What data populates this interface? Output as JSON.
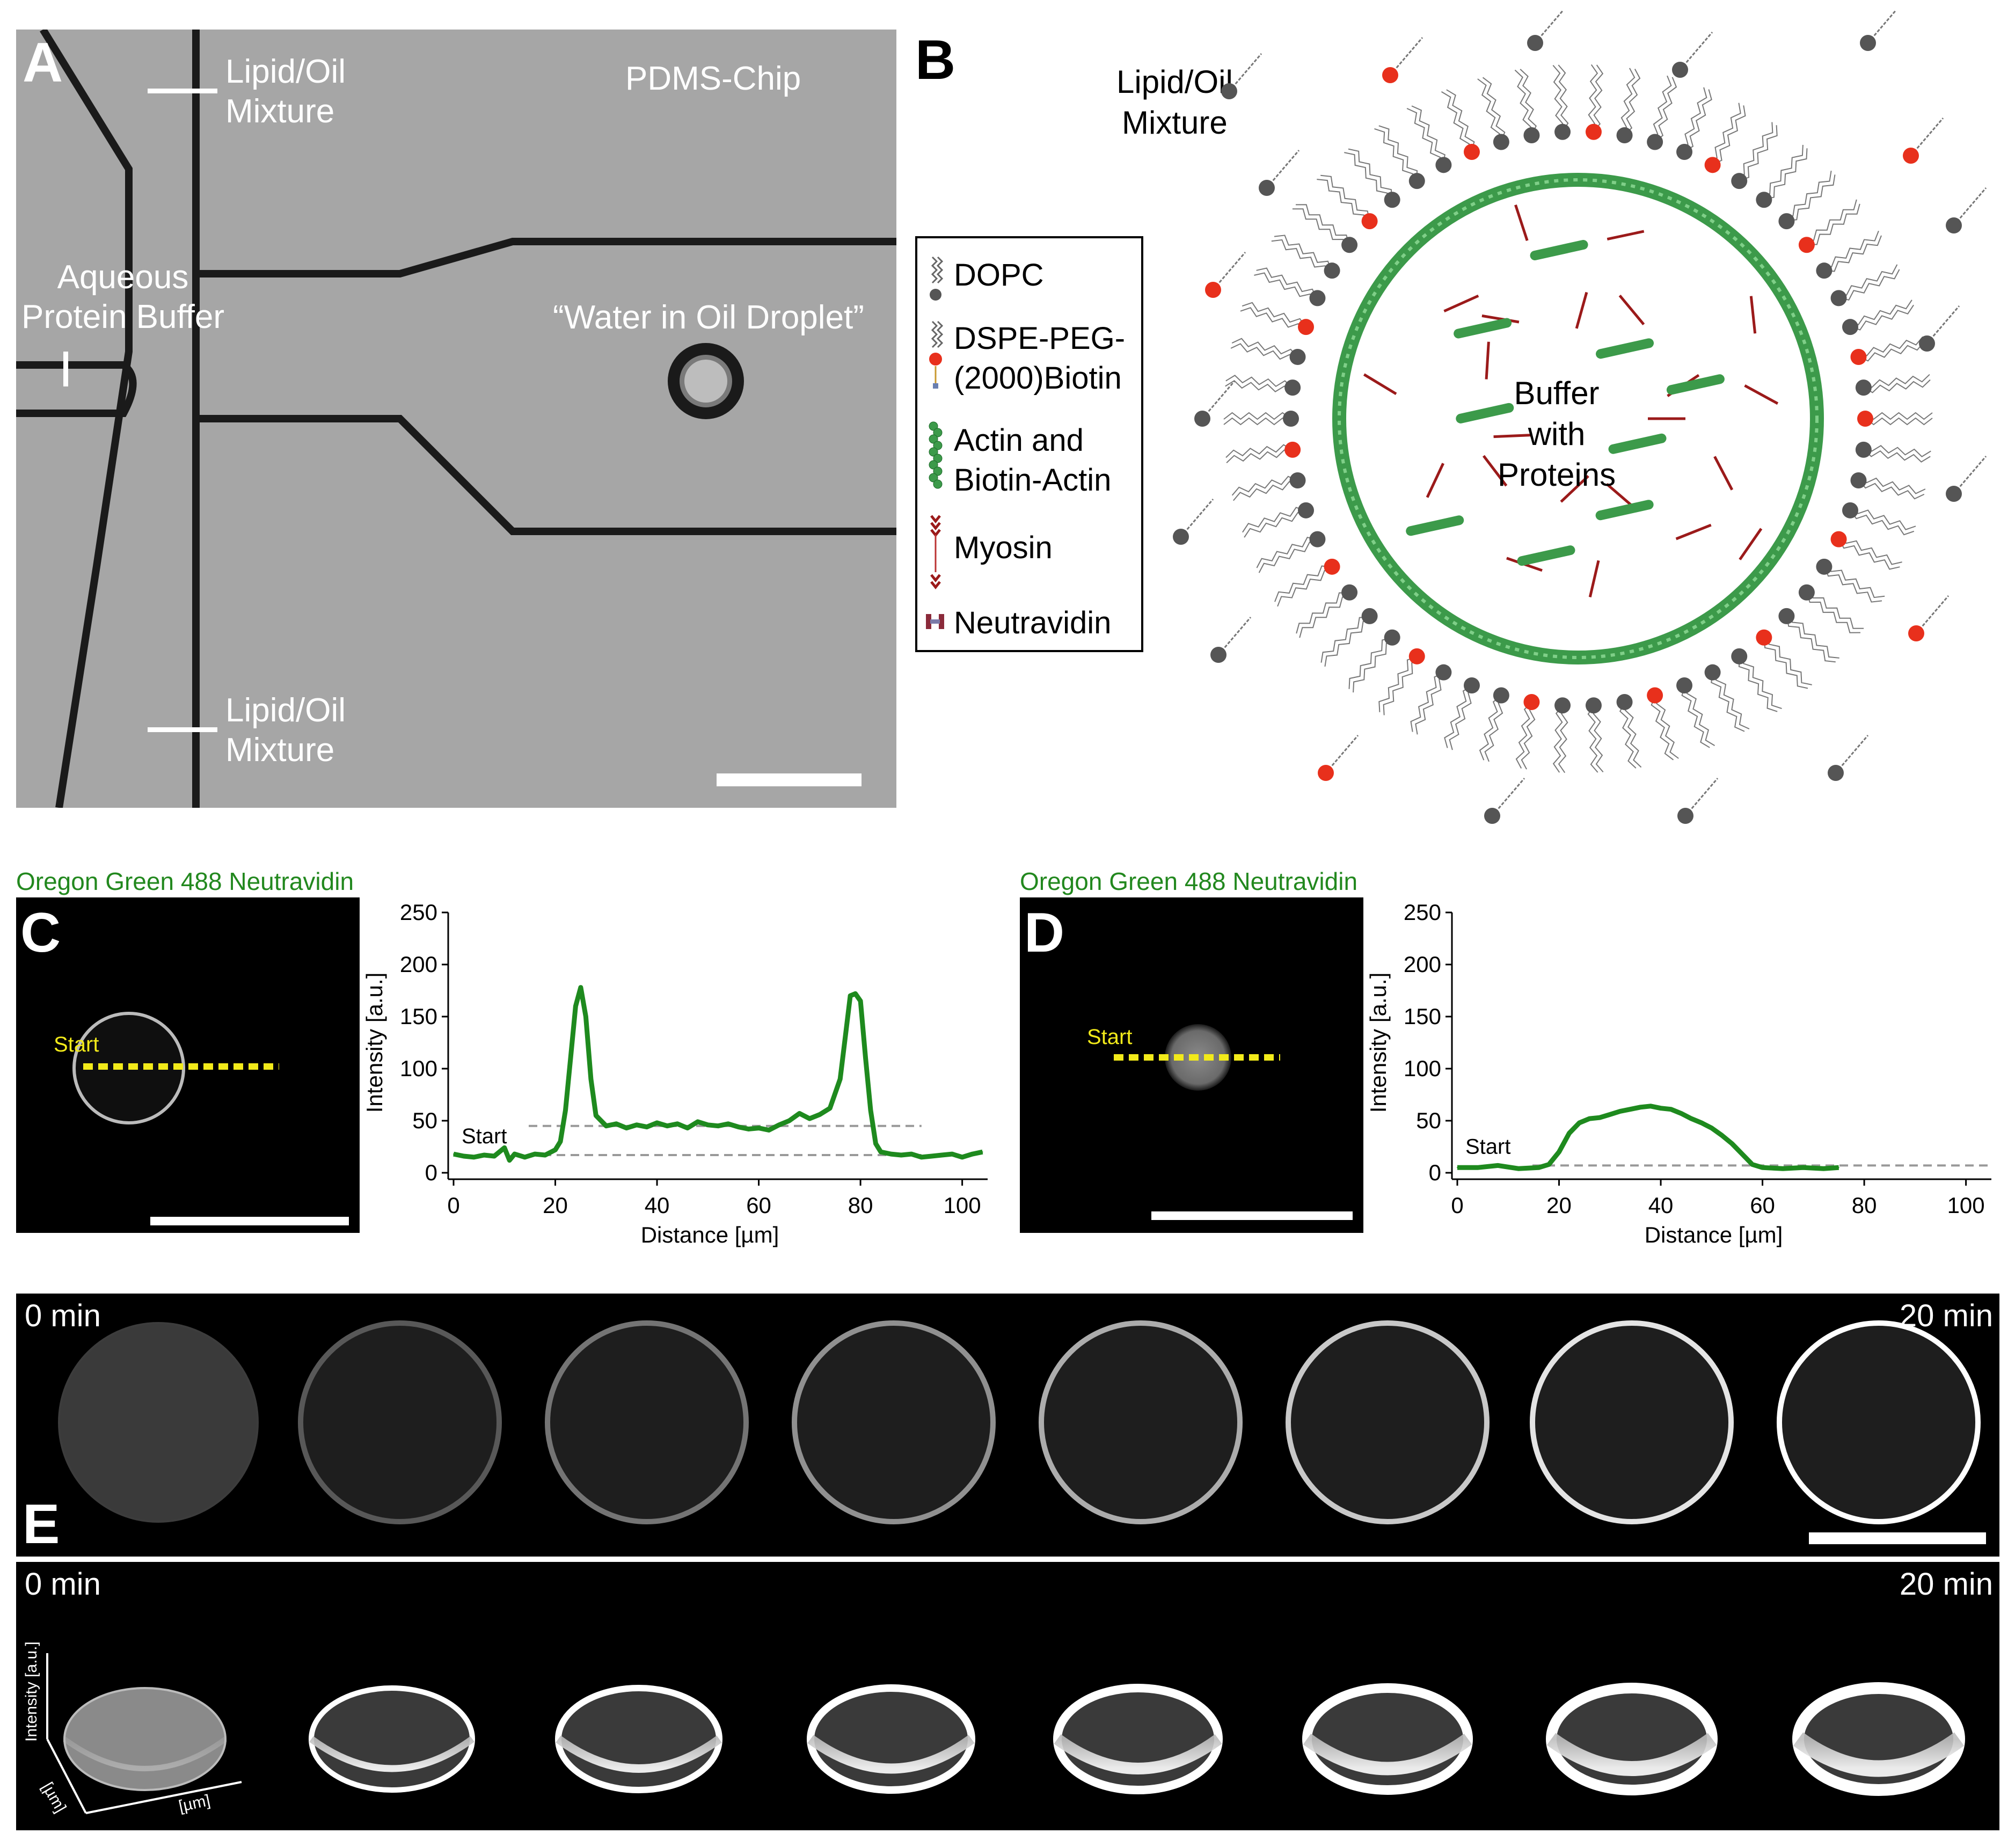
{
  "panelA": {
    "letter": "A",
    "top_lipid": "Lipid/Oil\nMixture",
    "chip": "PDMS-Chip",
    "aqueous": "Aqueous\nProtein Buffer",
    "droplet": "“Water in Oil Droplet”",
    "bottom_lipid": "Lipid/Oil\nMixture"
  },
  "panelB": {
    "letter": "B",
    "lipid_oil": "Lipid/Oil\nMixture",
    "center": "Buffer\nwith\nProteins",
    "legend": [
      {
        "label": "DOPC",
        "icon": "dopc-icon"
      },
      {
        "label": "DSPE-PEG-\n(2000)Biotin",
        "icon": "dspe-peg-biotin-icon"
      },
      {
        "label": "Actin and\nBiotin-Actin",
        "icon": "actin-filament-icon"
      },
      {
        "label": "Myosin",
        "icon": "myosin-icon"
      },
      {
        "label": "Neutravidin",
        "icon": "neutravidin-icon"
      }
    ],
    "colors": {
      "lipid_head": "#555555",
      "biotin_head": "#e8301c",
      "actin": "#3c9a4a",
      "myosin": "#9b1a1a"
    }
  },
  "panelC": {
    "letter": "C",
    "title": "Oregon Green 488 Neutravidin",
    "start_label": "Start",
    "chart_start_label": "Start"
  },
  "panelD": {
    "letter": "D",
    "title": "Oregon Green 488 Neutravidin",
    "start_label": "Start",
    "chart_start_label": "Start"
  },
  "panelE": {
    "letter": "E",
    "start_time": "0 min",
    "end_time": "20 min",
    "start_time_3d": "0 min",
    "end_time_3d": "20 min",
    "axis_intensity": "Intensity [a.u.]",
    "axis_um_1": "[µm]",
    "axis_um_2": "[µm]"
  },
  "chart_data": [
    {
      "type": "line",
      "panel": "C",
      "xlabel": "Distance [µm]",
      "ylabel": "Intensity [a.u.]",
      "xlim": [
        0,
        105
      ],
      "ylim": [
        0,
        250
      ],
      "xticks": [
        "0",
        "20",
        "40",
        "60",
        "80",
        "100"
      ],
      "yticks": [
        "0",
        "50",
        "100",
        "150",
        "200",
        "250"
      ],
      "color": "#1e8a1e",
      "x": [
        0,
        2,
        4,
        6,
        8,
        10,
        11,
        12,
        14,
        16,
        18,
        20,
        21,
        22,
        23,
        24,
        25,
        26,
        27,
        28,
        30,
        32,
        34,
        36,
        38,
        40,
        42,
        44,
        46,
        48,
        50,
        52,
        54,
        56,
        58,
        60,
        62,
        64,
        66,
        68,
        70,
        72,
        74,
        76,
        77,
        78,
        79,
        80,
        81,
        82,
        83,
        84,
        86,
        88,
        90,
        92,
        94,
        96,
        98,
        100,
        102,
        104
      ],
      "y": [
        18,
        16,
        15,
        17,
        16,
        24,
        12,
        18,
        15,
        18,
        17,
        22,
        30,
        60,
        110,
        160,
        178,
        150,
        90,
        55,
        45,
        47,
        43,
        46,
        44,
        48,
        45,
        47,
        43,
        49,
        46,
        45,
        47,
        44,
        42,
        43,
        41,
        46,
        50,
        57,
        52,
        56,
        62,
        90,
        130,
        170,
        172,
        165,
        110,
        60,
        28,
        20,
        18,
        17,
        18,
        15,
        16,
        17,
        18,
        15,
        18,
        20
      ],
      "reference_lines": [
        45,
        17
      ]
    },
    {
      "type": "line",
      "panel": "D",
      "xlabel": "Distance [µm]",
      "ylabel": "Intensity [a.u.]",
      "xlim": [
        0,
        105
      ],
      "ylim": [
        0,
        250
      ],
      "xticks": [
        "0",
        "20",
        "40",
        "60",
        "80",
        "100"
      ],
      "yticks": [
        "0",
        "50",
        "100",
        "150",
        "200",
        "250"
      ],
      "color": "#1e8a1e",
      "x": [
        0,
        4,
        8,
        12,
        16,
        18,
        20,
        22,
        24,
        26,
        28,
        30,
        32,
        34,
        36,
        38,
        40,
        42,
        44,
        46,
        48,
        50,
        52,
        54,
        56,
        58,
        60,
        64,
        68,
        72,
        75
      ],
      "y": [
        5,
        5,
        7,
        4,
        5,
        8,
        20,
        38,
        48,
        52,
        53,
        56,
        59,
        61,
        63,
        64,
        62,
        61,
        57,
        52,
        48,
        43,
        36,
        28,
        18,
        8,
        5,
        4,
        5,
        4,
        5
      ],
      "reference_lines": [
        7
      ]
    }
  ]
}
